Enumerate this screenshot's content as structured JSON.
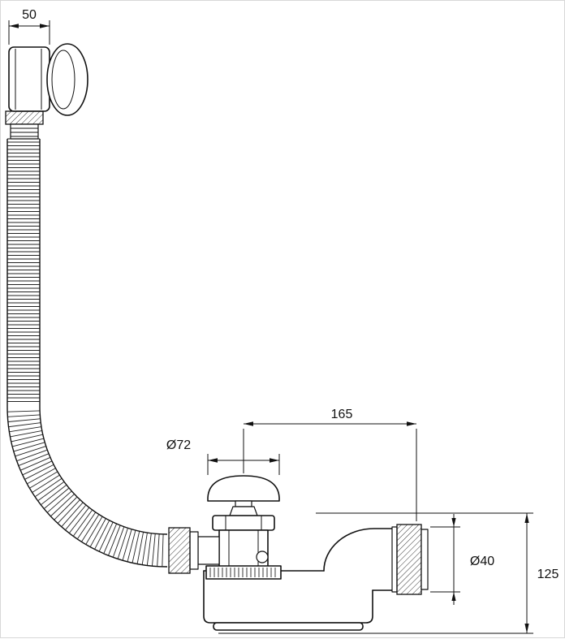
{
  "drawing": {
    "colors": {
      "line": "#111111",
      "background": "#ffffff"
    },
    "dimensions": {
      "overflow_width": "50",
      "plug_diameter": "Ø72",
      "outlet_offset": "165",
      "outlet_diameter": "Ø40",
      "overall_height": "125"
    }
  }
}
